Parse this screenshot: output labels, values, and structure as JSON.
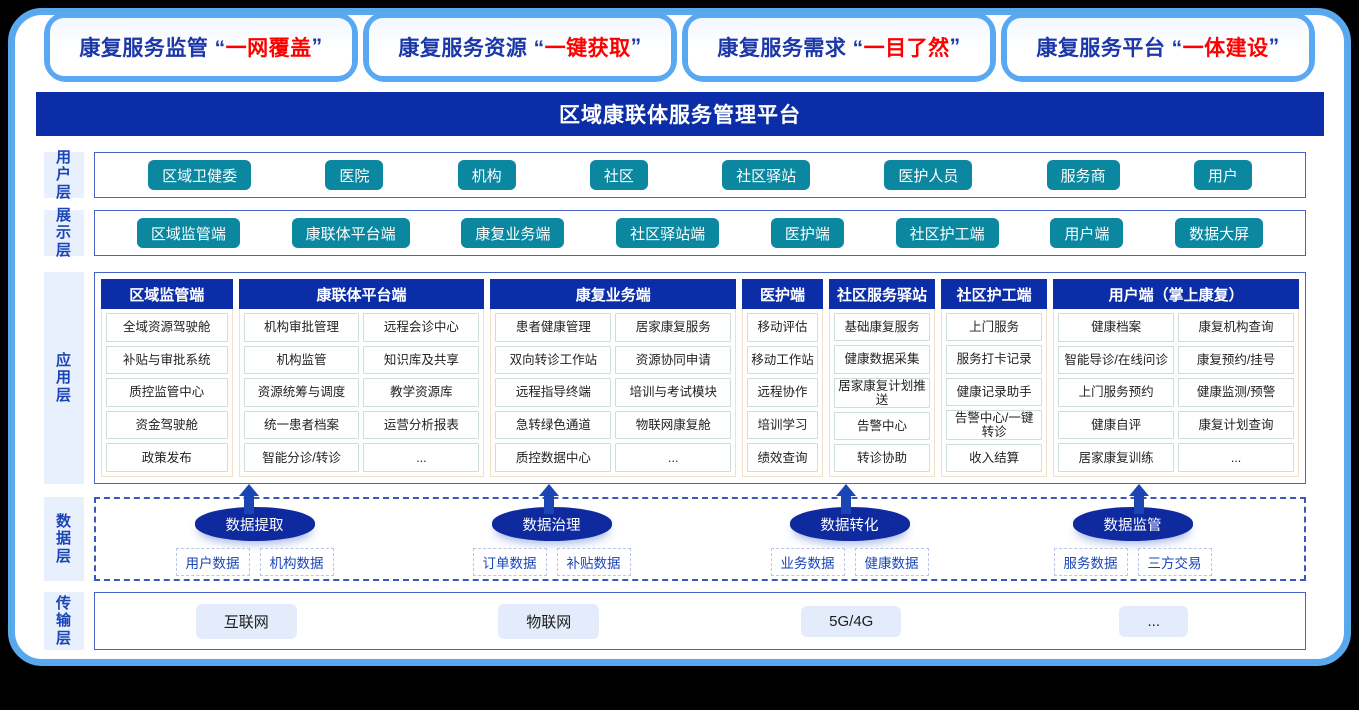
{
  "banners": [
    {
      "prefix": "康复服务监管",
      "quote_open": "“",
      "highlight": "一网覆盖",
      "quote_close": "”"
    },
    {
      "prefix": "康复服务资源",
      "quote_open": "“",
      "highlight": "一键获取",
      "quote_close": "”"
    },
    {
      "prefix": "康复服务需求",
      "quote_open": "“",
      "highlight": "一目了然",
      "quote_close": "”"
    },
    {
      "prefix": "康复服务平台",
      "quote_open": "“",
      "highlight": "一体建设",
      "quote_close": "”"
    }
  ],
  "title": "区域康联体服务管理平台",
  "layers": {
    "user": "用户层",
    "presentation": "展示层",
    "application": "应用层",
    "data": "数据层",
    "transport": "传输层"
  },
  "user_layer": {
    "items": [
      "区域卫健委",
      "医院",
      "机构",
      "社区",
      "社区驿站",
      "医护人员",
      "服务商",
      "用户"
    ]
  },
  "presentation_layer": {
    "items": [
      "区域监管端",
      "康联体平台端",
      "康复业务端",
      "社区驿站端",
      "医护端",
      "社区护工端",
      "用户端",
      "数据大屏"
    ]
  },
  "application_layer": {
    "columns": [
      {
        "header": "区域监管端",
        "groups": [
          [
            "全域资源驾驶舱",
            "补贴与审批系统",
            "质控监管中心",
            "资金驾驶舱",
            "政策发布"
          ]
        ]
      },
      {
        "header": "康联体平台端",
        "groups": [
          [
            "机构审批管理",
            "机构监管",
            "资源统筹与调度",
            "统一患者档案",
            "智能分诊/转诊"
          ],
          [
            "远程会诊中心",
            "知识库及共享",
            "教学资源库",
            "运营分析报表",
            "..."
          ]
        ]
      },
      {
        "header": "康复业务端",
        "groups": [
          [
            "患者健康管理",
            "双向转诊工作站",
            "远程指导终端",
            "急转绿色通道",
            "质控数据中心"
          ],
          [
            "居家康复服务",
            "资源协同申请",
            "培训与考试模块",
            "物联网康复舱",
            "..."
          ]
        ]
      },
      {
        "header": "医护端",
        "groups": [
          [
            "移动评估",
            "移动工作站",
            "远程协作",
            "培训学习",
            "绩效查询"
          ]
        ]
      },
      {
        "header": "社区服务驿站",
        "groups": [
          [
            "基础康复服务",
            "健康数据采集",
            "居家康复计划推送",
            "告警中心",
            "转诊协助"
          ]
        ]
      },
      {
        "header": "社区护工端",
        "groups": [
          [
            "上门服务",
            "服务打卡记录",
            "健康记录助手",
            "告警中心/一键转诊",
            "收入结算"
          ]
        ]
      },
      {
        "header": "用户端（掌上康复）",
        "groups": [
          [
            "健康档案",
            "智能导诊/在线问诊",
            "上门服务预约",
            "健康自评",
            "居家康复训练"
          ],
          [
            "康复机构查询",
            "康复预约/挂号",
            "健康监测/预警",
            "康复计划查询",
            "..."
          ]
        ]
      }
    ]
  },
  "data_layer": {
    "groups": [
      {
        "title": "数据提取",
        "tags": [
          "用户数据",
          "机构数据"
        ]
      },
      {
        "title": "数据治理",
        "tags": [
          "订单数据",
          "补贴数据"
        ]
      },
      {
        "title": "数据转化",
        "tags": [
          "业务数据",
          "健康数据"
        ]
      },
      {
        "title": "数据监管",
        "tags": [
          "服务数据",
          "三方交易"
        ]
      }
    ]
  },
  "transport_layer": {
    "items": [
      "互联网",
      "物联网",
      "5G/4G",
      "..."
    ]
  },
  "colors": {
    "frame_border": "#5ba8f2",
    "title_bar": "#0b2da8",
    "pill": "#0b87a0",
    "layer_label_bg": "#e8f0fd",
    "layer_label_text": "#1b45b5",
    "banner_text": "#1b37a8",
    "banner_highlight": "#ff0000",
    "arrow": "#1b45b5",
    "cylinder": "#0e2a9e",
    "transport_item_bg": "#e4ecfb"
  }
}
